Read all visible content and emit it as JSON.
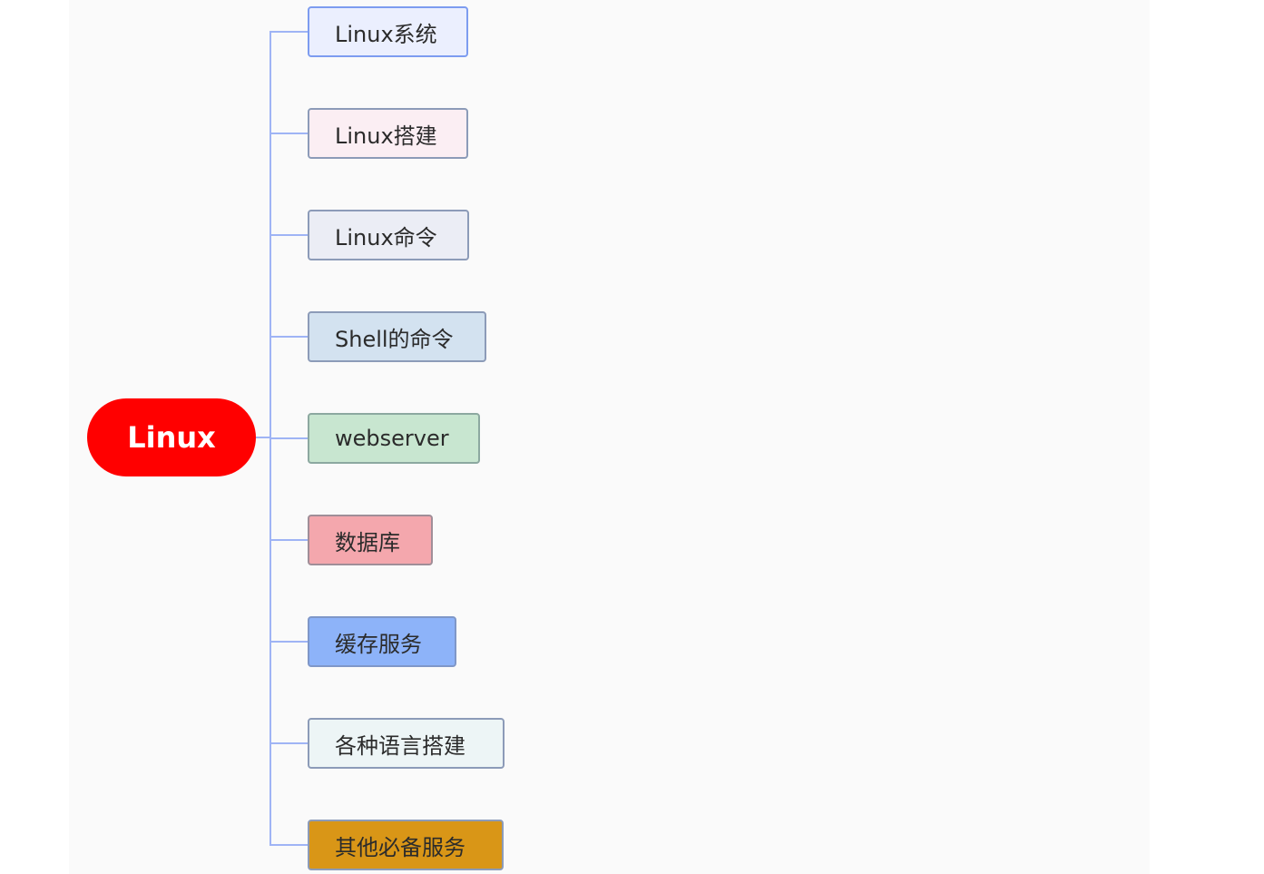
{
  "mindmap": {
    "root": {
      "label": "Linux",
      "color": "#ff0000",
      "text_color": "#ffffff"
    },
    "connector_color": "#9fb4f5",
    "branches": [
      {
        "label": "Linux系统",
        "fill": "#ebeffe",
        "border": "#7d9cf0"
      },
      {
        "label": "Linux搭建",
        "fill": "#fbeef3",
        "border": "#8c9bb8"
      },
      {
        "label": "Linux命令",
        "fill": "#ebedf5",
        "border": "#8c9bb8"
      },
      {
        "label": "Shell的命令",
        "fill": "#d3e2f0",
        "border": "#8c9bb8"
      },
      {
        "label": "webserver",
        "fill": "#c8e6d0",
        "border": "#8ca8a0"
      },
      {
        "label": "数据库",
        "fill": "#f4a7ad",
        "border": "#a08e98"
      },
      {
        "label": "缓存服务",
        "fill": "#8db3f9",
        "border": "#7f97c8"
      },
      {
        "label": "各种语言搭建",
        "fill": "#edf5f6",
        "border": "#8c9bb8"
      },
      {
        "label": "其他必备服务",
        "fill": "#d99617",
        "border": "#8c9bb8"
      }
    ]
  }
}
